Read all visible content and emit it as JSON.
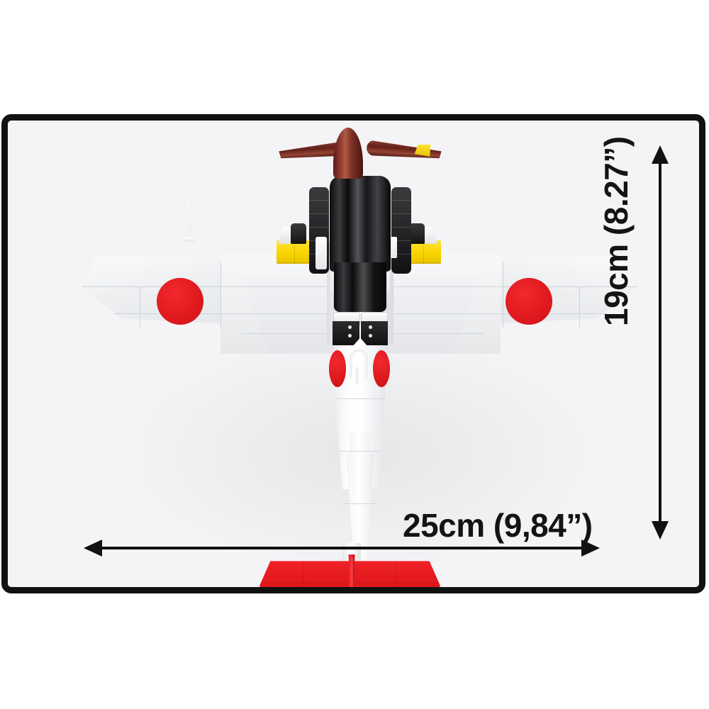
{
  "scene": {
    "background_color": "#ffffff",
    "panel": {
      "background_color": "#f4f4f6",
      "border_color": "#111111"
    }
  },
  "dimensions": {
    "width_label": "25cm (9,84”)",
    "height_label": "19cm (8.27”)",
    "arrow_color": "#111111"
  },
  "model": {
    "subject": "japanese-wwii-fighter-brick-model-top-view",
    "colors": {
      "fuselage": "#f2f3f5",
      "wing": "#edeff1",
      "roundel_red": "#e01a1f",
      "tail_red": "#e0171c",
      "cowling_black": "#121213",
      "propeller_brown": "#63211a",
      "id_stripe_yellow": "#f9d400",
      "prop_tip_yellow": "#e8c400"
    },
    "parts": {
      "propeller": "propeller-three-blade",
      "spinner": "nose-spinner",
      "cowling": "engine-cowling",
      "exhaust_left": "exhaust-stack-left",
      "exhaust_right": "exhaust-stack-right",
      "wing_left": "left-wing",
      "wing_right": "right-wing",
      "roundel_left": "wing-roundel-left",
      "roundel_right": "wing-roundel-right",
      "yellow_stripe_left": "leading-edge-id-stripe-left",
      "yellow_stripe_right": "leading-edge-id-stripe-right",
      "gun_left": "wing-gun-left",
      "gun_right": "wing-gun-right",
      "antenna": "antenna-mast",
      "cockpit": "cockpit-canopy",
      "fuselage_rear": "rear-fuselage",
      "tailplane": "horizontal-stabilizer",
      "rudder": "vertical-rudder",
      "fuselage_roundel_left": "fuselage-roundel-left",
      "fuselage_roundel_right": "fuselage-roundel-right"
    }
  }
}
